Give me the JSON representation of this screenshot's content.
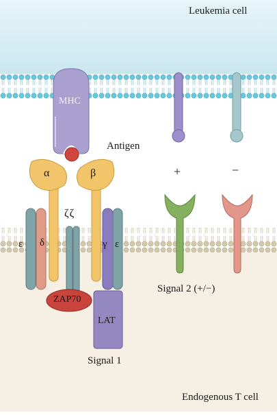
{
  "labels": {
    "leukemia_cell": "Leukemia cell",
    "endogenous_t_cell": "Endogenous T cell",
    "antigen": "Antigen",
    "mhc": "MHC",
    "alpha": "α",
    "beta": "β",
    "zeta_zeta": "ζζ",
    "epsilon_left": "ε",
    "delta": "δ",
    "gamma": "γ",
    "epsilon_right": "ε",
    "zap70": "ZAP70",
    "lat": "LAT",
    "signal1": "Signal 1",
    "signal2": "Signal 2 (+/−)",
    "plus": "+",
    "minus": "−"
  },
  "colors": {
    "leukemia_bg": "#d4edf5",
    "tcell_bg": "#f7f0e6",
    "membrane_top": "#9fd8e6",
    "membrane_bottom": "#ddd5c0",
    "mhc": "#a9a0d0",
    "antigen": "#d0463e",
    "tcr_chain": "#f2c56a",
    "epsilon": "#7fa3a6",
    "delta": "#e09a88",
    "gamma": "#8b7cbf",
    "zap70": "#c9443d",
    "lat": "#9388c0",
    "plus_receptor": "#84b060",
    "minus_receptor": "#e2978a",
    "purple_ligand": "#9d8fcc",
    "grey_ligand": "#a6c8cc"
  }
}
